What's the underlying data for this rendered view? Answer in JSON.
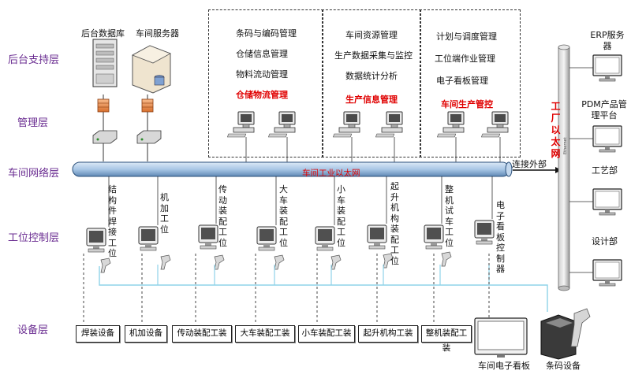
{
  "layers": {
    "backend": "后台支持层",
    "management": "管理层",
    "network": "车间网络层",
    "station": "工位控制层",
    "device": "设备层"
  },
  "servers": {
    "db": "后台数据库",
    "workshop_server": "车间服务器"
  },
  "groups": {
    "logistics": {
      "items": [
        "条码与编码管理",
        "仓储信息管理",
        "物料流动管理"
      ],
      "title": "仓储物流管理"
    },
    "production_info": {
      "items": [
        "车间资源管理",
        "生产数据采集与监控",
        "数据统计分析"
      ],
      "title": "生产信息管理"
    },
    "production_control": {
      "items": [
        "计划与调度管理",
        "工位端作业管理",
        "电子看板管理"
      ],
      "title": "车间生产管控"
    }
  },
  "network": {
    "bus_label": "车间工业以太网",
    "connect_external": "连接外部",
    "factory_ethernet": "工厂以太网",
    "backbone_small_text": "Ethernet"
  },
  "right_side": [
    "ERP服务器",
    "PDM产品管理平台",
    "工艺部",
    "设计部"
  ],
  "stations": [
    "结构件焊接工位",
    "机加工位",
    "传动装配工位",
    "大车装配工位",
    "小车装配工位",
    "起升机构装配工位",
    "整机试车工位",
    "电子看板控制器"
  ],
  "devices": [
    "焊装设备",
    "机加设备",
    "传动装配工装",
    "大车装配工装",
    "小车装配工装",
    "起升机构工装",
    "整机装配工装"
  ],
  "device_extra": {
    "kanban": "车间电子看板",
    "barcode": "条码设备"
  },
  "colors": {
    "layer_text": "#6a2c91",
    "highlight": "#e00000",
    "bus_fill": "#a9c7e6",
    "bus_stroke": "#2a4f7a",
    "cable": "#8fd3e8"
  }
}
